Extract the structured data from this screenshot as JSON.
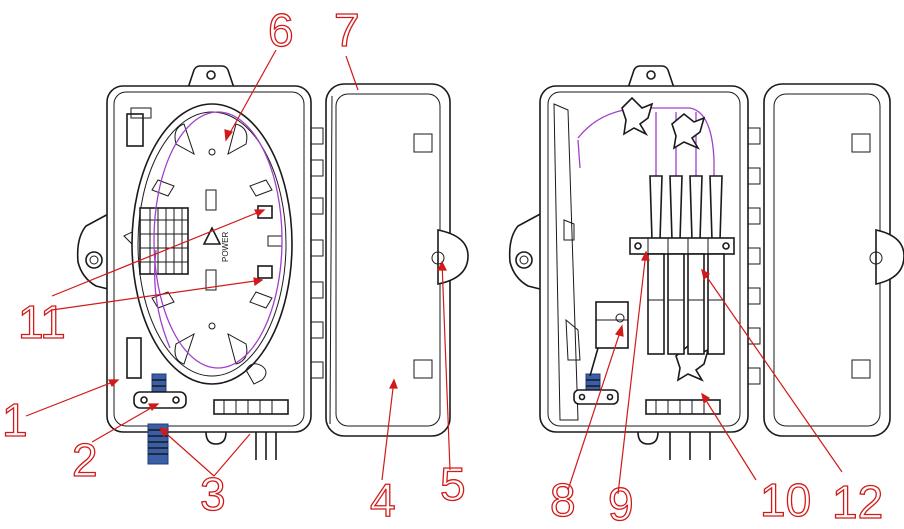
{
  "callouts": {
    "c1": "1",
    "c2": "2",
    "c3": "3",
    "c4": "4",
    "c5": "5",
    "c6": "6",
    "c7": "7",
    "c8": "8",
    "c9": "9",
    "c10": "10",
    "c11": "11",
    "c12": "12"
  },
  "tray_label": "POWER",
  "colors": {
    "outline": "#1a1a1a",
    "leader": "#d21a1a",
    "fiber": "#a040c8",
    "cable": "#3a5fa8"
  }
}
